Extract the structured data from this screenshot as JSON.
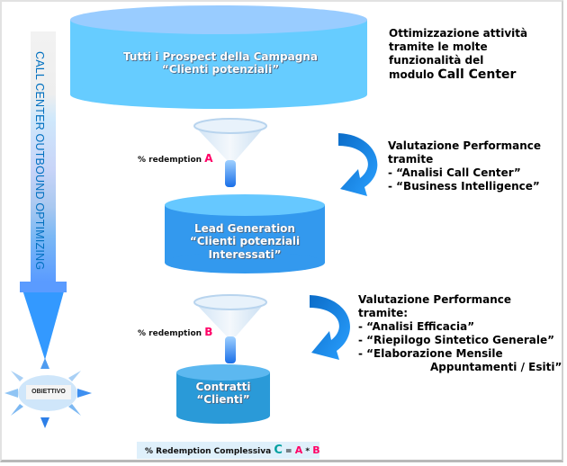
{
  "diagram": {
    "side_label": "CALL CENTER OUTBOUND OPTIMIZING",
    "objective_label": "OBIETTIVO",
    "stages": [
      {
        "id": "prospects",
        "line1": "Tutti i Prospect della Campagna",
        "line2": "“Clienti potenziali”",
        "color_top": "#99ccff",
        "color_body": "#66ccff"
      },
      {
        "id": "lead-generation",
        "line1": "Lead Generation",
        "line2": "“Clienti potenziali",
        "line3": "Interessati”",
        "color_top": "#66c8ff",
        "color_body": "#3399ee"
      },
      {
        "id": "contracts",
        "line1": "Contratti",
        "line2": "“Clienti”",
        "color_top": "#5cb8f0",
        "color_body": "#2a9ad8"
      }
    ],
    "funnels": [
      {
        "label": "% redemption",
        "letter": "A"
      },
      {
        "label": "% redemption",
        "letter": "B"
      }
    ],
    "notes": {
      "top": [
        "Ottimizzazione attività",
        "tramite le molte",
        "funzionalità del"
      ],
      "top_last_prefix": "modulo ",
      "top_last_emph": "Call Center",
      "eval1": [
        "Valutazione Performance",
        "tramite",
        "- “Analisi Call Center”",
        "- “Business Intelligence”"
      ],
      "eval2": [
        "Valutazione Performance",
        "tramite:",
        "- “Analisi Efficacia”",
        "- “Riepilogo Sintetico Generale”",
        "- “Elaborazione Mensile"
      ],
      "eval2_last": "Appuntamenti / Esiti”"
    },
    "formula": {
      "prefix": "% Redemption Complessiva ",
      "c": "C",
      "eq": " = ",
      "a": "A",
      "times": " * ",
      "b": "B"
    },
    "colors": {
      "accent_pink": "#ff0066",
      "accent_teal": "#00a0a0",
      "arrow_blue": "#1e88e5"
    }
  }
}
